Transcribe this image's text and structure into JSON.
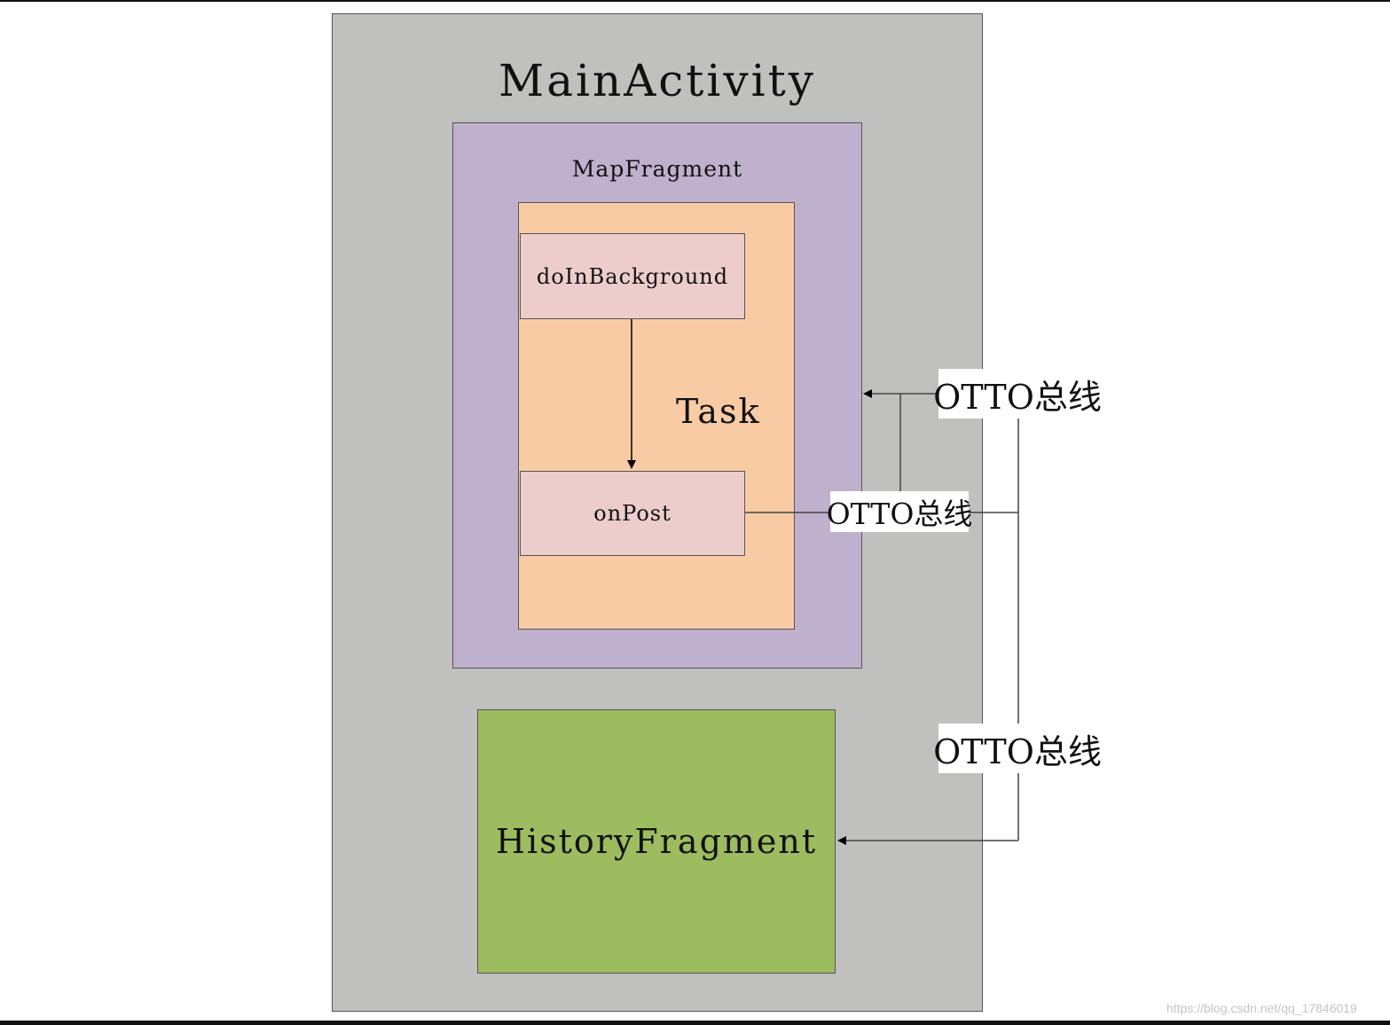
{
  "diagram": {
    "main_activity": "MainActivity",
    "map_fragment": "MapFragment",
    "task": "Task",
    "do_in_background": "doInBackground",
    "on_post": "onPost",
    "history_fragment": "HistoryFragment",
    "bus_labels": [
      "OTTO总线",
      "OTTO总线",
      "OTTO总线"
    ]
  },
  "watermark": "https://blog.csdn.net/qq_17846019",
  "colors": {
    "main_activity_fill": "#c0c1bf",
    "map_fragment_fill": "#bfb0cd",
    "task_fill": "#f8cba4",
    "method_fill": "#eccdcb",
    "history_fragment_fill": "#9dbb5f"
  }
}
